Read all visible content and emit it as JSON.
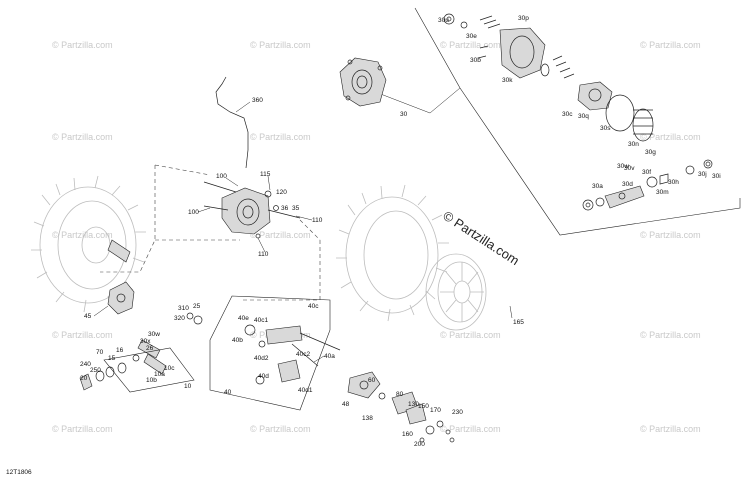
{
  "diagram": {
    "watermark_main": "© Partzilla.com",
    "watermark_tile": "© Partzilla.com",
    "drawing_code": "12T1806",
    "part_labels": [
      "30",
      "30a",
      "30b",
      "30c",
      "30d",
      "30e",
      "30f",
      "30g",
      "30h",
      "30i",
      "30j",
      "30k",
      "30m",
      "30n",
      "30p",
      "30q",
      "30s",
      "30u",
      "30v",
      "30w",
      "360",
      "100",
      "100",
      "115",
      "120",
      "35",
      "36",
      "110",
      "110",
      "45",
      "310",
      "320",
      "25",
      "30w",
      "30x",
      "26",
      "240",
      "250",
      "70",
      "15",
      "16",
      "20",
      "10a",
      "10b",
      "10c",
      "10",
      "40",
      "40a",
      "40b",
      "40c",
      "40c1",
      "40c2",
      "40d",
      "40d1",
      "40d2",
      "40e",
      "48",
      "60",
      "80",
      "130",
      "138",
      "150",
      "160",
      "170",
      "200",
      "230",
      "165"
    ]
  }
}
